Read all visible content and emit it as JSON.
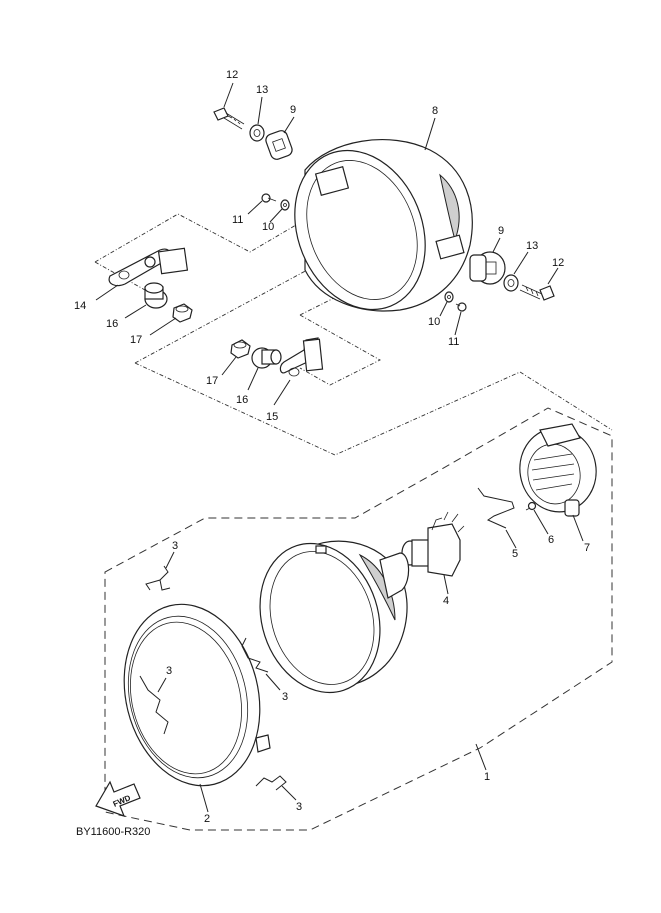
{
  "diagram": {
    "drawing_code": "BY11600-R320",
    "fwd_label": "FWD",
    "callouts": {
      "c1": "1",
      "c2": "2",
      "c3a": "3",
      "c3b": "3",
      "c3c": "3",
      "c3d": "3",
      "c4": "4",
      "c5": "5",
      "c6": "6",
      "c7": "7",
      "c8": "8",
      "c9a": "9",
      "c9b": "9",
      "c10a": "10",
      "c10b": "10",
      "c11a": "11",
      "c11b": "11",
      "c12a": "12",
      "c12b": "12",
      "c13a": "13",
      "c13b": "13",
      "c14": "14",
      "c15": "15",
      "c16a": "16",
      "c16b": "16",
      "c17a": "17",
      "c17b": "17"
    }
  }
}
